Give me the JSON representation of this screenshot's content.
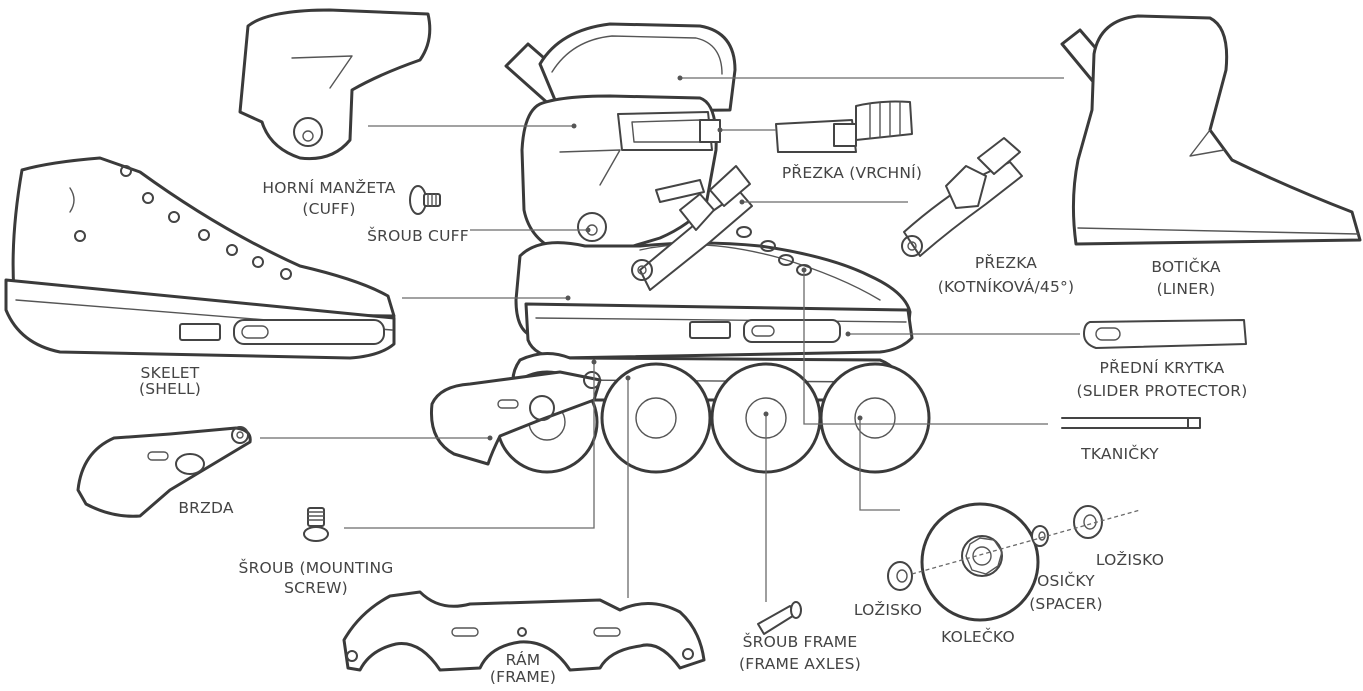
{
  "labels": {
    "cuff": [
      "HORNÍ MANŽETA",
      "(CUFF)"
    ],
    "cuff_screw": [
      "ŠROUB  CUFF"
    ],
    "shell": [
      "SKELET",
      "(SHELL)"
    ],
    "brake": [
      "BRZDA"
    ],
    "mounting_screw": [
      "ŠROUB  (MOUNTING",
      "SCREW)"
    ],
    "frame": [
      "RÁM",
      "(FRAME)"
    ],
    "frame_axles": [
      "ŠROUB FRAME",
      "(FRAME AXLES)"
    ],
    "buckle_top": [
      "PŘEZKA (VRCHNÍ)"
    ],
    "buckle_ankle": [
      "PŘEZKA",
      "(KOTNÍKOVÁ/45°)"
    ],
    "liner": [
      "BOTIČKA",
      "(LINER)"
    ],
    "slider_protector": [
      "PŘEDNÍ KRYTKA",
      "(SLIDER PROTECTOR)"
    ],
    "laces": [
      "TKANIČKY"
    ],
    "bearing_left": [
      "LOŽISKO"
    ],
    "wheel": [
      "KOLEČKO"
    ],
    "spacer": [
      "OSIČKY",
      "(SPACER)"
    ],
    "bearing_right": [
      "LOŽISKO"
    ]
  },
  "colors": {
    "line": "#3a3a3a",
    "text": "#444444",
    "background": "#ffffff"
  }
}
